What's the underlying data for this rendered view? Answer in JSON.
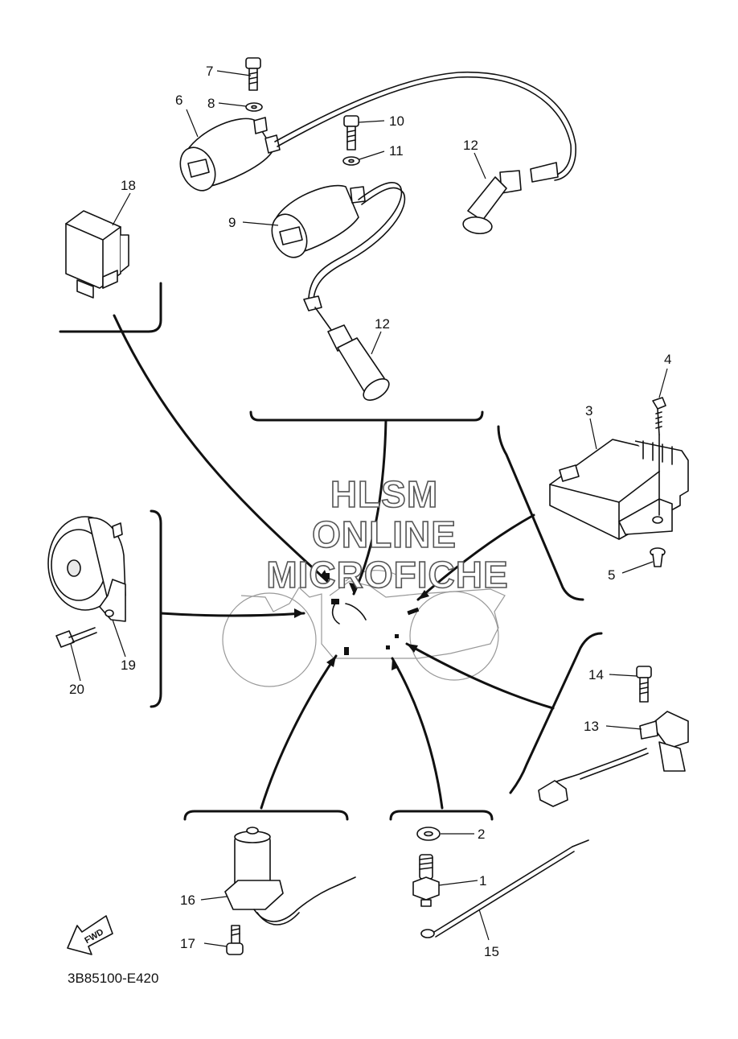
{
  "diagram": {
    "code": "3B85100-E420",
    "watermark": [
      "HLSM",
      "ONLINE",
      "MICROFICHE"
    ],
    "fwd_label": "FWD",
    "callouts": {
      "c1": "1",
      "c2": "2",
      "c3": "3",
      "c4": "4",
      "c5": "5",
      "c6": "6",
      "c7": "7",
      "c8": "8",
      "c9": "9",
      "c10": "10",
      "c11": "11",
      "c12a": "12",
      "c12b": "12",
      "c13": "13",
      "c14": "14",
      "c15": "15",
      "c16": "16",
      "c17": "17",
      "c18": "18",
      "c19": "19",
      "c20": "20"
    }
  }
}
